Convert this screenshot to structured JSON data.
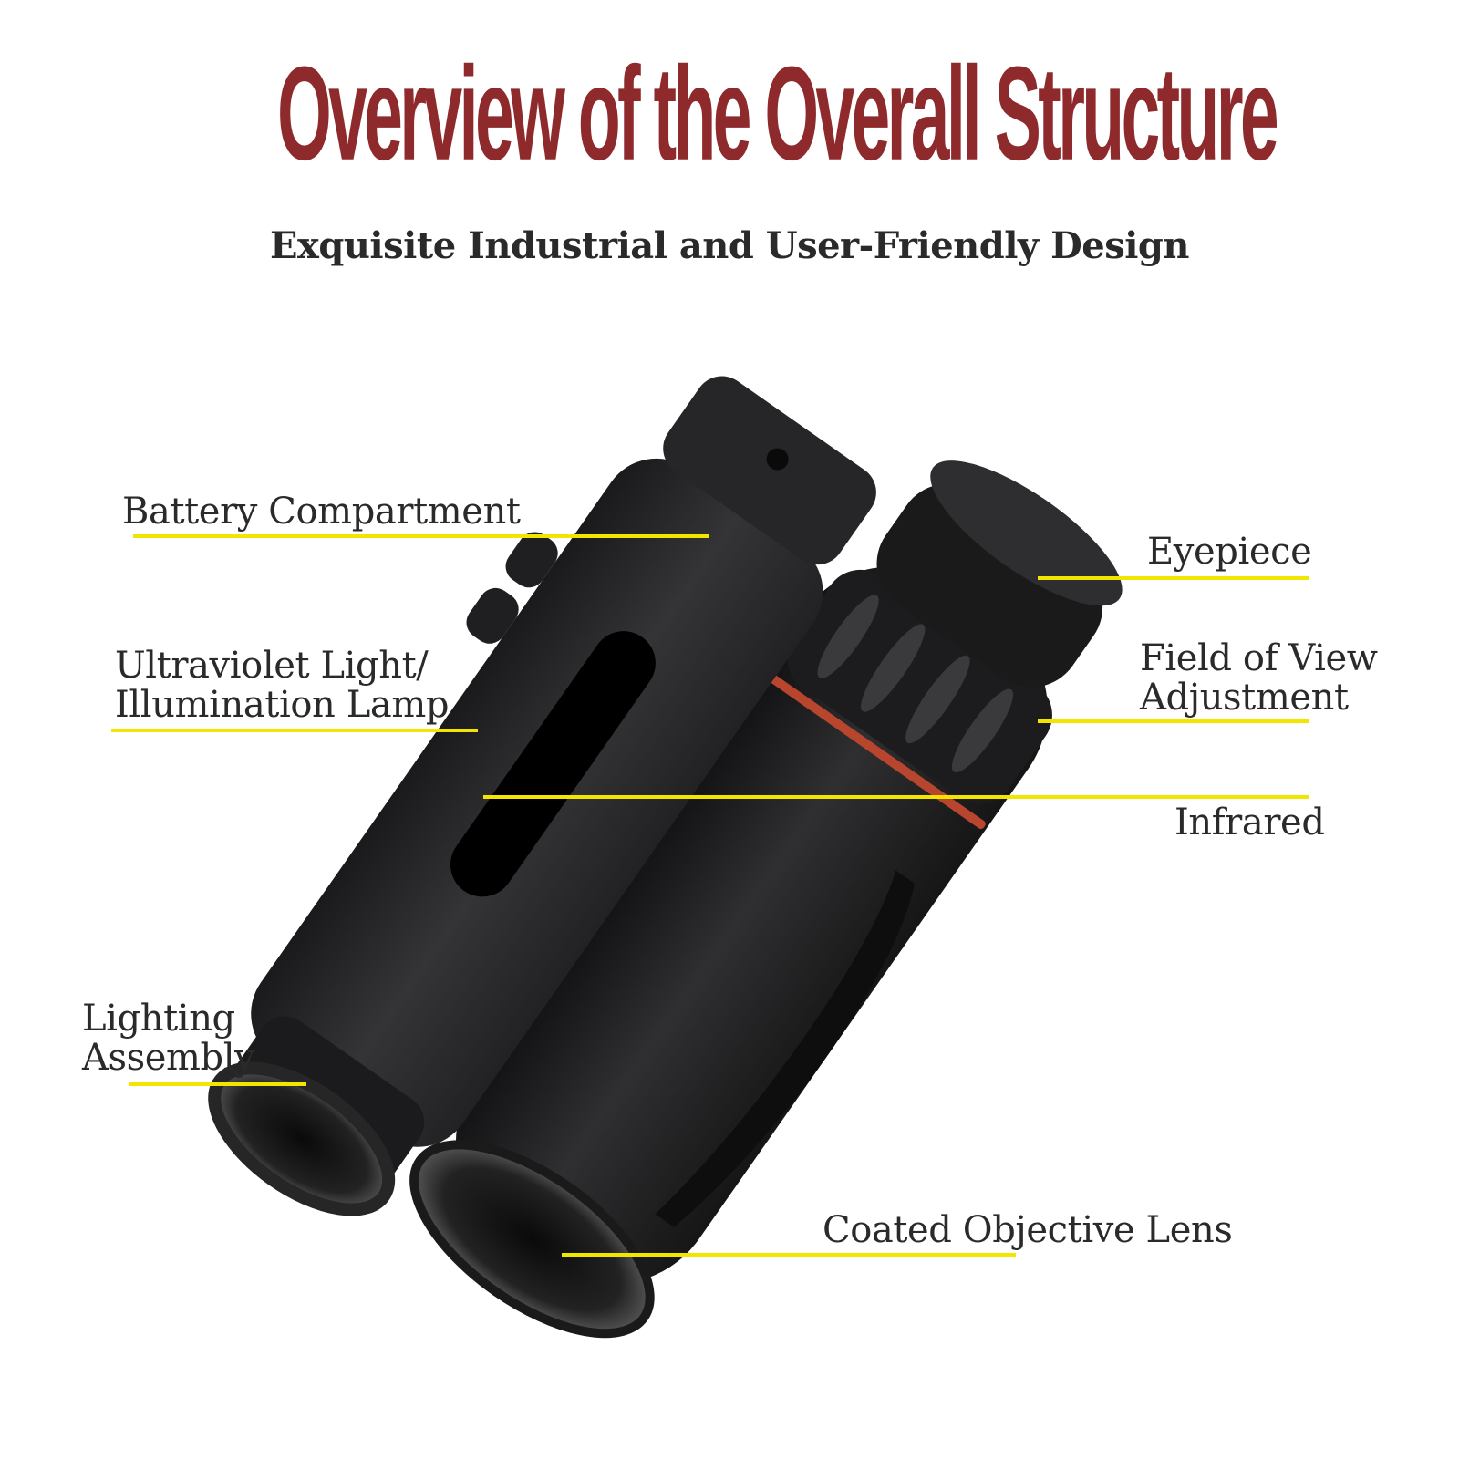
{
  "header": {
    "title": "Overview of the Overall Structure",
    "subtitle": "Exquisite Industrial and User-Friendly Design"
  },
  "colors": {
    "title": "#8e2a2c",
    "text": "#2a2a2a",
    "leader": "#f2e600",
    "body": "#2b2b2d",
    "body_dark": "#141415",
    "accent_ring": "#b8452e"
  },
  "callouts": {
    "battery_compartment": "Battery Compartment",
    "uv_light": "Ultraviolet Light/\nIllumination Lamp",
    "lighting_assembly": "Lighting\nAssembly",
    "eyepiece": "Eyepiece",
    "field_of_view": "Field of View\nAdjustment",
    "infrared": "Infrared",
    "objective_lens": "Coated Objective Lens"
  }
}
